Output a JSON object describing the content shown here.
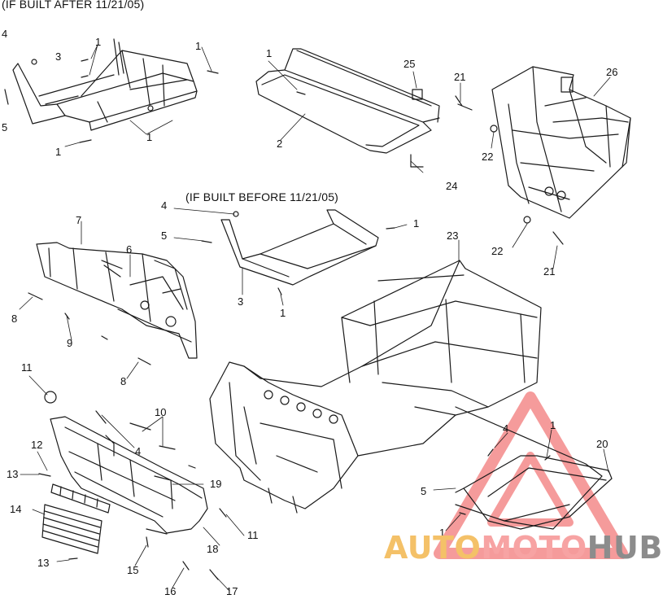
{
  "notes": {
    "after": "(IF BUILT AFTER 11/21/05)",
    "before": "(IF BUILT BEFORE 11/21/05)"
  },
  "callouts": [
    "4",
    "3",
    "1",
    "1",
    "5",
    "1",
    "1",
    "1",
    "2",
    "25",
    "21",
    "26",
    "22",
    "24",
    "4",
    "5",
    "1",
    "3",
    "1",
    "7",
    "6",
    "8",
    "9",
    "8",
    "23",
    "22",
    "21",
    "11",
    "10",
    "4",
    "12",
    "13",
    "19",
    "14",
    "11",
    "18",
    "13",
    "15",
    "16",
    "17",
    "4",
    "1",
    "20",
    "5",
    "1"
  ],
  "watermark": {
    "part1": "AUTO",
    "part2": "MOTO",
    "part3": "HUB",
    "colors": {
      "part1": "#f4c168",
      "part2": "#f7a3a3",
      "part3": "#8c8c8c",
      "logo": "#f27a7a"
    }
  }
}
